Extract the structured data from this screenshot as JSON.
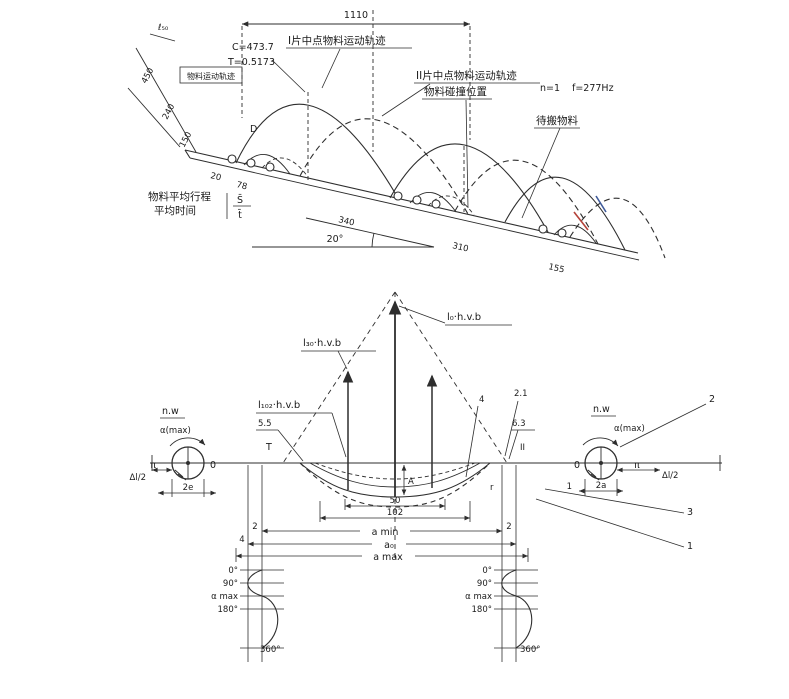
{
  "meta": {
    "description": "Scanned engineering diagram: material hop trajectories on an inclined vibrating trough (top) and trough vibration vector / phase diagram (bottom)"
  },
  "colors": {
    "ink": "#2e2e2e",
    "red_mark": "#b5433a",
    "blue_mark": "#3e5a9a"
  },
  "top": {
    "l50": "ℓ₅₀",
    "dim_top": "1110",
    "eq_c": "C=473.7",
    "eq_t": "T=0.5173",
    "box_label": "物料运动轨迹",
    "traj_1": "I片中点物料运动轨迹",
    "traj_2": "II片中点物料运动轨迹",
    "collision": "物料碰撞位置",
    "n_eq": "n=1",
    "f_eq": "f=277Hz",
    "material": "待搬物料",
    "avg_travel": "物料平均行程",
    "avg_time": "平均时间",
    "frac_num": "S̄",
    "frac_den": "t̄",
    "angle": "20°",
    "point_d": "D",
    "dims_left": [
      "450",
      "240",
      "150"
    ],
    "dims_incline": [
      "20",
      "78",
      "340",
      "310",
      "155"
    ]
  },
  "bottom": {
    "vec_center": "l₀·h.v.b",
    "vec_left": "l₃₀·h.v.b",
    "vec_line": "l₁₀₂·h.v.b",
    "val_55": "5.5",
    "val_4": "4",
    "val_21": "2.1",
    "val_63": "6.3",
    "nw_left": "n.w",
    "nw_right": "n.w",
    "alpha_left": "α(max)",
    "alpha_right": "α(max)",
    "pi_left": "π",
    "zero_left": "0",
    "zero_right": "0",
    "pi_right": "π",
    "dl2_left": "Δl/2",
    "dl2_right": "Δl/2",
    "dim_2e": "2e",
    "dim_2a": "2a",
    "dim_1": "1",
    "t_mark": "T",
    "r_mark": "r",
    "sec_2": "II",
    "amp": "A",
    "dim_50": "50",
    "dim_102": "102",
    "a_min": "a min",
    "a_0": "a₀",
    "a_max": "a max",
    "gap_left_2": "2",
    "gap_right_2": "2",
    "gap_left_4": "4",
    "callout_1": "1",
    "callout_2": "2",
    "callout_3": "3",
    "phase_labels": [
      "0°",
      "90°",
      "α max",
      "180°",
      "360°"
    ]
  }
}
